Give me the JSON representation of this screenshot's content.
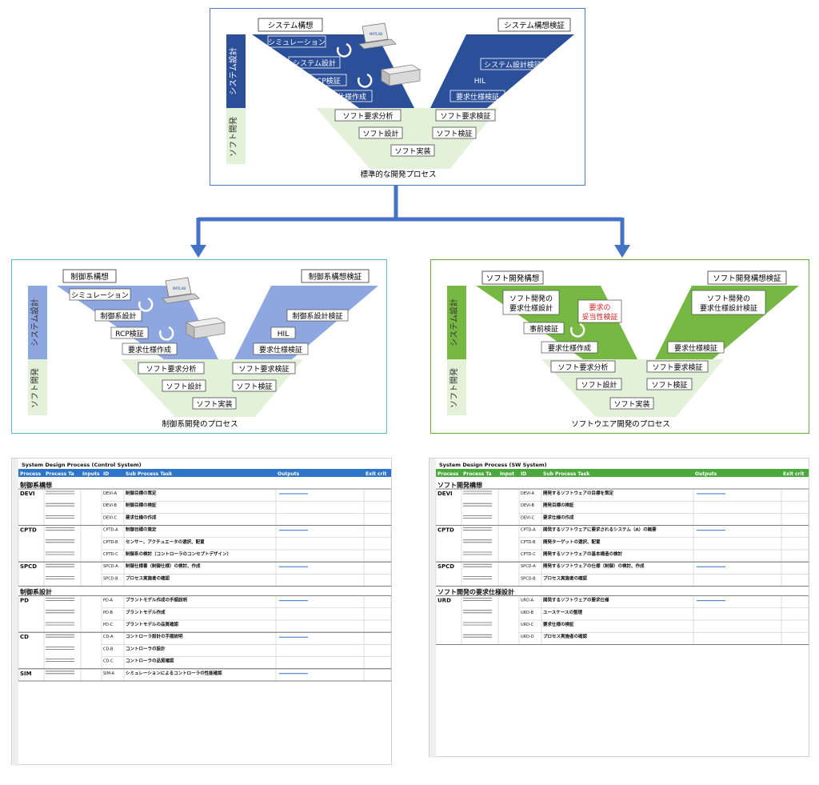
{
  "colors": {
    "dark_blue": "#2b4f98",
    "light_blue": "#8fa7e0",
    "light_green": "#e3f1d8",
    "green": "#76b843",
    "accent_red": "#d32020",
    "arrow": "#4472c4",
    "sheet_header_blue": "#2e74c8",
    "sheet_header_green": "#4aa83c"
  },
  "top": {
    "caption": "標準的な開発プロセス",
    "side_system": "システム設計",
    "side_soft": "ソフト開発",
    "left_title": "システム構想",
    "right_title": "システム構想検証",
    "left": [
      "シミュレーション",
      "システム設計",
      "RCP検証",
      "要求仕様作成"
    ],
    "right": [
      "システム設計検証",
      "HIL",
      "要求仕様検証"
    ],
    "soft_left": [
      "ソフト要求分析",
      "ソフト設計"
    ],
    "soft_right": [
      "ソフト要求検証",
      "ソフト検証"
    ],
    "bottom": "ソフト実装",
    "icon_label": "MATLAB"
  },
  "left_panel": {
    "caption": "制御系開発のプロセス",
    "side_system": "システム設計",
    "side_soft": "ソフト開発",
    "left_title": "制御系構想",
    "right_title": "制御系構想検証",
    "left": [
      "シミュレーション",
      "制御系設計",
      "RCP検証",
      "要求仕様作成"
    ],
    "right": [
      "制御系設計検証",
      "HIL",
      "要求仕様検証"
    ],
    "soft_left": [
      "ソフト要求分析",
      "ソフト設計"
    ],
    "soft_right": [
      "ソフト要求検証",
      "ソフト検証"
    ],
    "bottom": "ソフト実装",
    "icon_label": "MATLAB"
  },
  "right_panel": {
    "caption": "ソフトウエア開発のプロセス",
    "side_system": "システム設計",
    "side_soft": "ソフト開発",
    "left_title": "ソフト開発構想",
    "right_title": "ソフト開発構想検証",
    "left_a": "ソフト開発の",
    "left_b": "要求仕様設計",
    "red_a": "要求の",
    "red_b": "妥当性検証",
    "left": [
      "事前検証",
      "要求仕様作成"
    ],
    "right_a": "ソフト開発の",
    "right_b": "要求仕様設計検証",
    "right": [
      "要求仕様検証"
    ],
    "soft_left": [
      "ソフト要求分析",
      "ソフト設計"
    ],
    "soft_right": [
      "ソフト要求検証",
      "ソフト検証"
    ],
    "bottom": "ソフト実装"
  },
  "sheet_left": {
    "title": "System Design Process (Control System)",
    "headers": [
      "Process",
      "Process Ta",
      "Inputs",
      "ID",
      "Sub Process Task",
      "Outputs",
      "Exit crit"
    ],
    "sections": [
      {
        "name": "制御系構想",
        "rows": [
          [
            "DEVI",
            "",
            "",
            "DEVI-A",
            "制御目標の策定",
            "",
            ""
          ],
          [
            "",
            "",
            "",
            "DEVI-B",
            "制御目標の検証",
            "",
            ""
          ],
          [
            "",
            "",
            "",
            "DEVI-C",
            "要求仕様の作成",
            "",
            ""
          ]
        ]
      },
      {
        "name": "",
        "rows": [
          [
            "CPTD",
            "",
            "",
            "CPTD-A",
            "制御目標の策定",
            "",
            ""
          ],
          [
            "",
            "",
            "",
            "CPTD-B",
            "センサー、アクチュエータの選択、配置",
            "",
            ""
          ],
          [
            "",
            "",
            "",
            "CPTD-C",
            "制御系の検討（コントローラのコンセプトデザイン）",
            "",
            ""
          ]
        ]
      },
      {
        "name": "",
        "rows": [
          [
            "SPCD",
            "",
            "",
            "SPCD-A",
            "制御仕様書（制御仕様）の検討、作成",
            "",
            ""
          ],
          [
            "",
            "",
            "",
            "SPCD-B",
            "プロセス実施者の確認",
            "",
            ""
          ]
        ]
      },
      {
        "name": "制御系設計",
        "rows": [
          [
            "PD",
            "",
            "",
            "PD-A",
            "プラントモデル作成の手順説明",
            "",
            ""
          ],
          [
            "",
            "",
            "",
            "PD-B",
            "プラントモデル作成",
            "",
            ""
          ],
          [
            "",
            "",
            "",
            "PD-C",
            "プラントモデルの品質確認",
            "",
            ""
          ]
        ]
      },
      {
        "name": "",
        "rows": [
          [
            "CD",
            "",
            "",
            "CD-A",
            "コントローラ設計の手順説明",
            "",
            ""
          ],
          [
            "",
            "",
            "",
            "CD-B",
            "コントローラの設計",
            "",
            ""
          ],
          [
            "",
            "",
            "",
            "CD-C",
            "コントローラの品質確認",
            "",
            ""
          ]
        ]
      },
      {
        "name": "",
        "rows": [
          [
            "SIM",
            "",
            "",
            "SIM-A",
            "シミュレーションによるコントローラの性能確認",
            "",
            ""
          ]
        ]
      }
    ]
  },
  "sheet_right": {
    "title": "System Design Process (SW System)",
    "headers": [
      "Process",
      "Process Ta",
      "Input",
      "ID",
      "Sub Process Task",
      "Outputs",
      "Exit crit"
    ],
    "sections": [
      {
        "name": "ソフト開発構想",
        "rows": [
          [
            "DEVI",
            "",
            "",
            "DEVI-A",
            "開発するソフトウェアの目標を策定",
            "",
            ""
          ],
          [
            "",
            "",
            "",
            "DEVI-B",
            "開発目標の検証",
            "",
            ""
          ],
          [
            "",
            "",
            "",
            "DEVI-C",
            "要求仕様の作成",
            "",
            ""
          ]
        ]
      },
      {
        "name": "",
        "rows": [
          [
            "CPTD",
            "",
            "",
            "CPTD-A",
            "開発するソフトウェアに要求されるシステム（A）の概要",
            "",
            ""
          ],
          [
            "",
            "",
            "",
            "CPTD-B",
            "開発ターゲットの選択、配置",
            "",
            ""
          ],
          [
            "",
            "",
            "",
            "CPTD-C",
            "開発するソフトウェアの基本構造の検討",
            "",
            ""
          ]
        ]
      },
      {
        "name": "",
        "rows": [
          [
            "SPCD",
            "",
            "",
            "SPCD-A",
            "開発するソフトウェアの仕様（制御）の検討、作成",
            "",
            ""
          ],
          [
            "",
            "",
            "",
            "SPCD-B",
            "プロセス実施者の確認",
            "",
            ""
          ]
        ]
      },
      {
        "name": "ソフト開発の要求仕様設計",
        "rows": [
          [
            "URD",
            "",
            "",
            "URD-A",
            "開発するソフトウェアの要求仕様",
            "",
            ""
          ],
          [
            "",
            "",
            "",
            "URD-B",
            "ユースケースの整理",
            "",
            ""
          ],
          [
            "",
            "",
            "",
            "URD-C",
            "要求仕様の検証",
            "",
            ""
          ],
          [
            "",
            "",
            "",
            "URD-D",
            "プロセス実施者の確認",
            "",
            ""
          ]
        ]
      }
    ]
  }
}
